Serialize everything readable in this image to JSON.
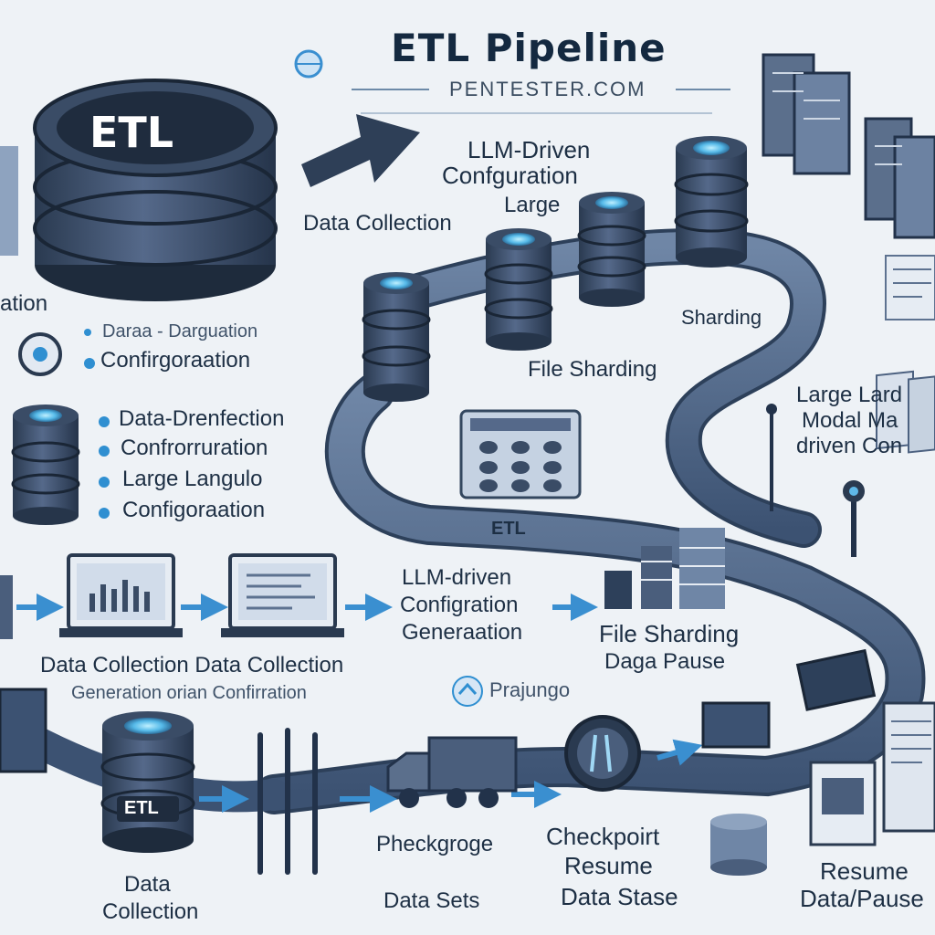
{
  "header": {
    "title": "ETL Pipeline",
    "subtitle": "PENTESTER.COM"
  },
  "labels": {
    "etl_drum": "ETL",
    "ation_fragment": "ation",
    "data_collection_top": "Data Collection",
    "llm_driven_1": "LLM-Driven",
    "llm_driven_2": "Confguration",
    "large": "Large",
    "sharding": "Sharding",
    "file_sharding": "File Sharding",
    "right_large_1": "Large Lard",
    "right_large_2": "Modal  Ma",
    "right_large_3": "driven Con",
    "etl_path": "ETL",
    "bullets_a": [
      "Daraa - Darguation",
      "Confirgoraation"
    ],
    "bullets_b": [
      "Data-Drenfection",
      "Confrorruration",
      "Large Langulo",
      "Configoraation"
    ],
    "monitors_label_1": "Data Collection Data Collection",
    "monitors_label_2": "Generation  orian Confirration",
    "llm_mid_1": "LLM-driven",
    "llm_mid_2": "Configration",
    "llm_mid_3": "Generaation",
    "file_sharding_mid_1": "File Sharding",
    "file_sharding_mid_2": "Daga Pause",
    "prajungo": "Prajungo",
    "etl_bottom": "ETL",
    "data_collection_bottom_1": "Data",
    "data_collection_bottom_2": "Collection",
    "pheckgroge_1": "Pheckgroge",
    "pheckgroge_2": "Data Sets",
    "checkpoint_1": "Checkpoirt",
    "checkpoint_2": "Resume",
    "checkpoint_3": "Data Stase",
    "resume_1": "Resume",
    "resume_2": "Data/Pause"
  },
  "colors": {
    "background": "#eef2f6",
    "drum_dark": "#2c3c52",
    "drum_mid": "#4a5c76",
    "accent_blue": "#2f8fd1",
    "glow": "#7fd0f4",
    "path": "#4f6787",
    "arrow": "#3a8fd0"
  },
  "icons": [
    "etl-drum-icon",
    "database-icon",
    "monitor-icon",
    "truck-icon",
    "grid-icon",
    "server-rack-icon",
    "document-icon",
    "bar-chart-icon",
    "checkpoint-icon",
    "probe-icon",
    "arrow-icon"
  ]
}
